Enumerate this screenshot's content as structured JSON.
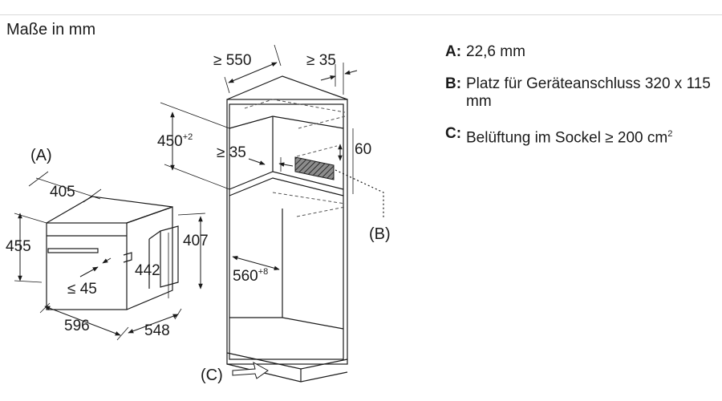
{
  "title": "Maße in mm",
  "legend": [
    {
      "key": "A:",
      "text": "22,6 mm",
      "sup": ""
    },
    {
      "key": "B:",
      "text": "Platz für Geräteanschluss 320 x 115 mm",
      "sup": ""
    },
    {
      "key": "C:",
      "text": "Belüftung im Sockel ≥ 200 cm",
      "sup": "2"
    }
  ],
  "appliance": {
    "callout_a": "(A)",
    "width": "596",
    "depth": "548",
    "height": "455",
    "inner_width": "405",
    "inner_height": "442",
    "niche_height": "407",
    "handle_gap": "≤ 45"
  },
  "cabinet": {
    "depth": "≥ 550",
    "side": "≥ 35",
    "opening_height": "450",
    "opening_height_tol": "+2",
    "rear_gap": "≥ 35",
    "rear_60": "60",
    "width": "560",
    "width_tol": "+8",
    "callout_b": "(B)",
    "callout_c": "(C)"
  }
}
